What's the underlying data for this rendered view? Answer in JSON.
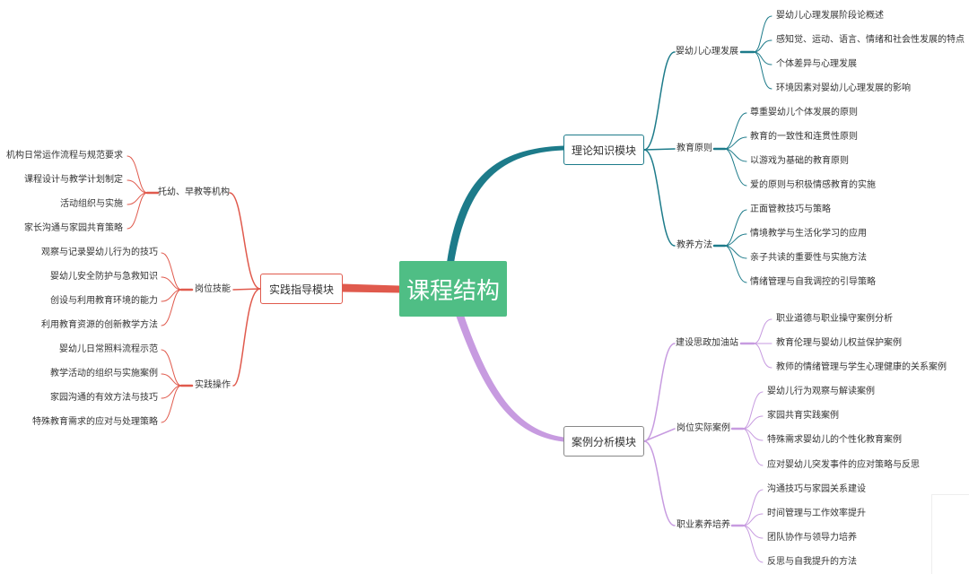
{
  "root": "课程结构",
  "theory": {
    "title": "理论知识模块",
    "groups": [
      {
        "label": "婴幼儿心理发展",
        "items": [
          "婴幼儿心理发展阶段论概述",
          "感知觉、运动、语言、情绪和社会性发展的特点",
          "个体差异与心理发展",
          "环境因素对婴幼儿心理发展的影响"
        ]
      },
      {
        "label": "教育原则",
        "items": [
          "尊重婴幼儿个体发展的原则",
          "教育的一致性和连贯性原则",
          "以游戏为基础的教育原则",
          "爱的原则与积极情感教育的实施"
        ]
      },
      {
        "label": "教养方法",
        "items": [
          "正面管教技巧与策略",
          "情境教学与生活化学习的应用",
          "亲子共读的重要性与实施方法",
          "情绪管理与自我调控的引导策略"
        ]
      }
    ]
  },
  "cases": {
    "title": "案例分析模块",
    "groups": [
      {
        "label": "建设思政加油站",
        "items": [
          "职业道德与职业操守案例分析",
          "教育伦理与婴幼儿权益保护案例",
          "教师的情绪管理与学生心理健康的关系案例"
        ]
      },
      {
        "label": "岗位实际案例",
        "items": [
          "婴幼儿行为观察与解读案例",
          "家园共育实践案例",
          "特殊需求婴幼儿的个性化教育案例",
          "应对婴幼儿突发事件的应对策略与反思"
        ]
      },
      {
        "label": "职业素养培养",
        "items": [
          "沟通技巧与家园关系建设",
          "时间管理与工作效率提升",
          "团队协作与领导力培养",
          "反思与自我提升的方法"
        ]
      }
    ]
  },
  "practice": {
    "title": "实践指导模块",
    "groups": [
      {
        "label": "托幼、早教等机构",
        "items": [
          "机构日常运作流程与规范要求",
          "课程设计与教学计划制定",
          "活动组织与实施",
          "家长沟通与家园共育策略"
        ]
      },
      {
        "label": "岗位技能",
        "items": [
          "观察与记录婴幼儿行为的技巧",
          "婴幼儿安全防护与急救知识",
          "创设与利用教育环境的能力",
          "利用教育资源的创新教学方法"
        ]
      },
      {
        "label": "实践操作",
        "items": [
          "婴幼儿日常照料流程示范",
          "教学活动的组织与实施案例",
          "家园沟通的有效方法与技巧",
          "特殊教育需求的应对与处理策略"
        ]
      }
    ]
  },
  "colors": {
    "root": "#4fbe85",
    "theory": "#1d7b8a",
    "cases": "#c79be0",
    "practice": "#e05a4d",
    "text": "#333333"
  }
}
